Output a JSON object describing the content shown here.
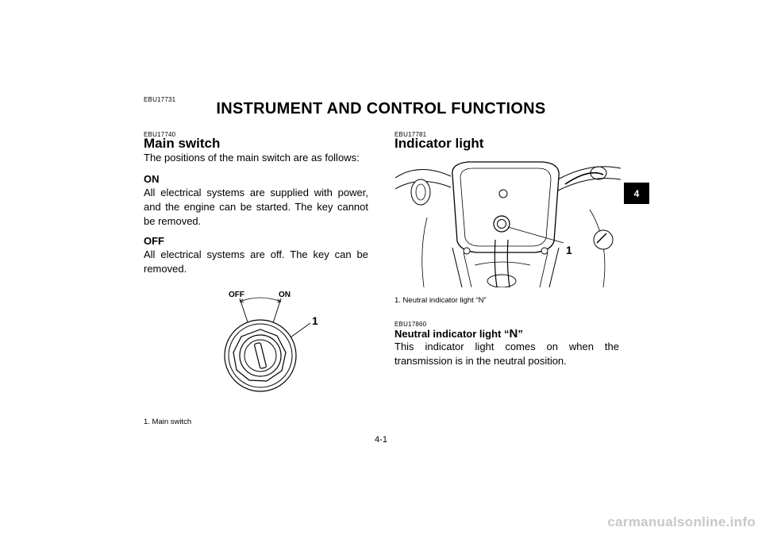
{
  "page": {
    "section_code": "EBU17731",
    "title": "INSTRUMENT AND CONTROL FUNCTIONS",
    "chapter_tab": "4",
    "page_number": "4-1",
    "watermark": "carmanualsonline.info"
  },
  "main_switch": {
    "code": "EBU17740",
    "heading": "Main switch",
    "intro": "The positions of the main switch are as follows:",
    "on_heading": "ON",
    "on_text": "All electrical systems are supplied with power, and the engine can be started. The key cannot be removed.",
    "off_heading": "OFF",
    "off_text": "All electrical systems are off. The key can be removed.",
    "figure": {
      "label_off": "OFF",
      "label_on": "ON",
      "callout": "1",
      "caption": "1.  Main switch"
    }
  },
  "indicator_light": {
    "code": "EBU17781",
    "heading": "Indicator light",
    "figure": {
      "callout": "1",
      "caption": "1.  Neutral indicator light “N”"
    },
    "neutral": {
      "code": "EBU17860",
      "heading_prefix": "Neutral indicator light “",
      "heading_symbol": "N",
      "heading_suffix": "”",
      "text": "This indicator light comes on when the transmission is in the neutral position."
    }
  }
}
